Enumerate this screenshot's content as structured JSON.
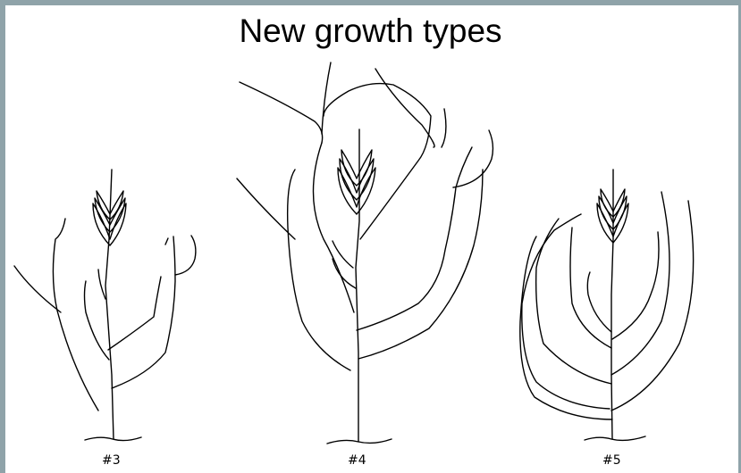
{
  "title": "New growth types",
  "plants": [
    {
      "label": "#3"
    },
    {
      "label": "#4"
    },
    {
      "label": "#5"
    }
  ],
  "colors": {
    "frame": "#8fa3a9",
    "ink": "#000000",
    "background": "#ffffff"
  }
}
